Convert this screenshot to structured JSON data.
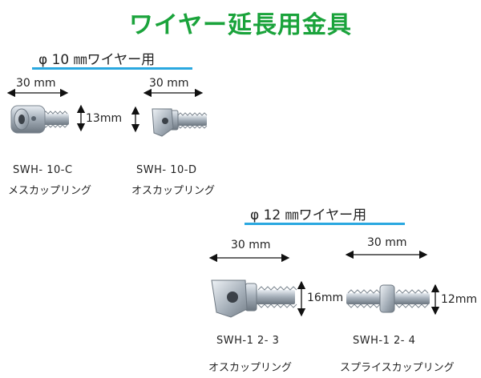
{
  "title": "ワイヤー延長用金具",
  "sections": [
    {
      "heading": "φ 10 ㎜ワイヤー用",
      "products": [
        {
          "width": "30 mm",
          "height": "13mm",
          "model": "SWH- 10-C",
          "name": "メスカップリング"
        },
        {
          "width": "30 mm",
          "model": "SWH- 10-D",
          "name": "オスカップリング"
        }
      ]
    },
    {
      "heading": "φ 12 ㎜ワイヤー用",
      "products": [
        {
          "width": "30 mm",
          "height": "16mm",
          "model": "SWH-1 2- 3",
          "name": "オスカップリング"
        },
        {
          "width": "30 mm",
          "height": "12mm",
          "model": "SWH-1 2- 4",
          "name": "スプライスカップリング"
        }
      ]
    }
  ],
  "colors": {
    "title": "#1aa33b",
    "rule": "#2aa8e0",
    "metal": "#9aa6b2"
  }
}
